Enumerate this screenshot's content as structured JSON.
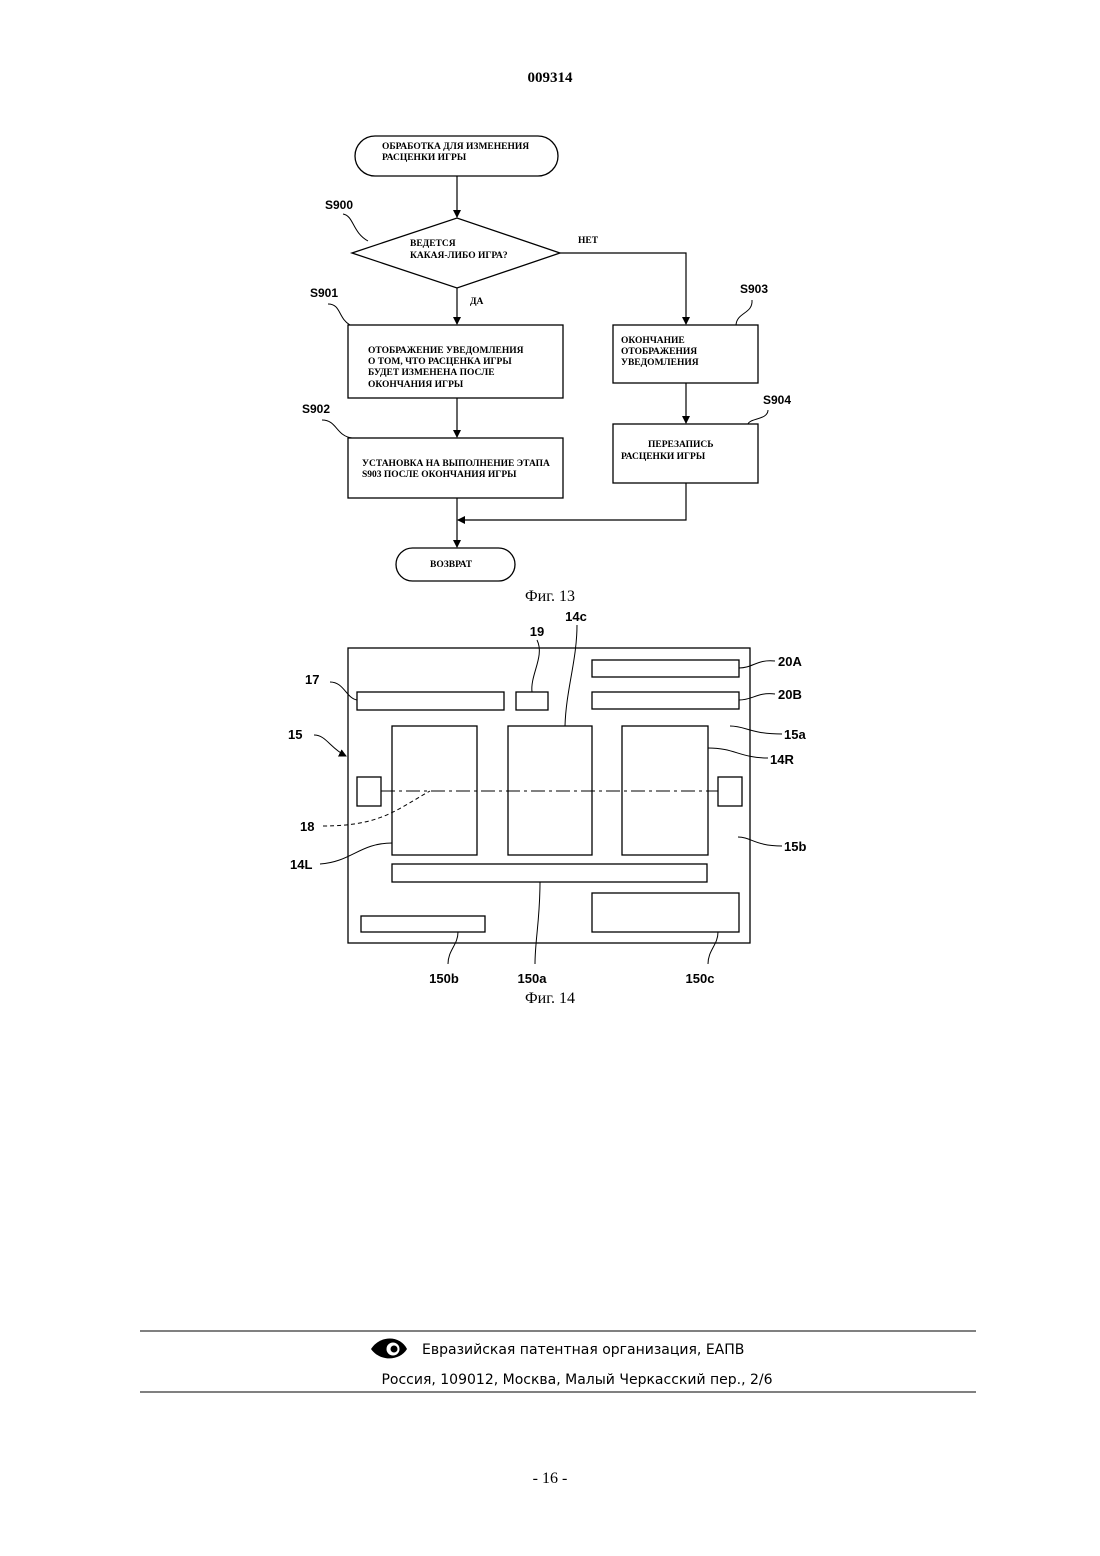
{
  "header": {
    "doc_number": "009314"
  },
  "fig13": {
    "start": {
      "lines": [
        "ОБРАБОТКА ДЛЯ ИЗМЕНЕНИЯ",
        "РАСЦЕНКИ ИГРЫ"
      ]
    },
    "decision": {
      "step": "S900",
      "lines": [
        "ВЕДЕТСЯ",
        "КАКАЯ-ЛИБО ИГРА?"
      ],
      "no_label": "НЕТ",
      "yes_label": "ДА"
    },
    "s901": {
      "step": "S901",
      "lines": [
        "ОТОБРАЖЕНИЕ УВЕДОМЛЕНИЯ",
        "О ТОМ, ЧТО РАСЦЕНКА ИГРЫ",
        "БУДЕТ ИЗМЕНЕНА ПОСЛЕ",
        "ОКОНЧАНИЯ ИГРЫ"
      ]
    },
    "s902": {
      "step": "S902",
      "lines": [
        "УСТАНОВКА НА ВЫПОЛНЕНИЕ ЭТАПА",
        "S903 ПОСЛЕ ОКОНЧАНИЯ ИГРЫ"
      ]
    },
    "s903": {
      "step": "S903",
      "lines": [
        "ОКОНЧАНИЕ",
        "ОТОБРАЖЕНИЯ",
        "УВЕДОМЛЕНИЯ"
      ]
    },
    "s904": {
      "step": "S904",
      "lines": [
        "ПЕРЕЗАПИСЬ",
        "РАСЦЕНКИ ИГРЫ"
      ]
    },
    "end": {
      "label": "ВОЗВРАТ"
    },
    "caption": "Фиг. 13"
  },
  "fig14": {
    "labels": {
      "reel_center": "14c",
      "item_19": "19",
      "display_20a": "20A",
      "display_17": "17",
      "display_20b": "20B",
      "panel": "15",
      "upper_panel": "15a",
      "reel_right": "14R",
      "payline": "18",
      "lower_panel": "15b",
      "reel_left": "14L",
      "area_150b": "150b",
      "area_150a": "150a",
      "area_150c": "150c"
    },
    "caption": "Фиг. 14"
  },
  "footer": {
    "org": "Евразийская патентная организация, ЕАПВ",
    "address": "Россия, 109012, Москва, Малый Черкасский пер., 2/6",
    "page_number": "- 16 -"
  }
}
